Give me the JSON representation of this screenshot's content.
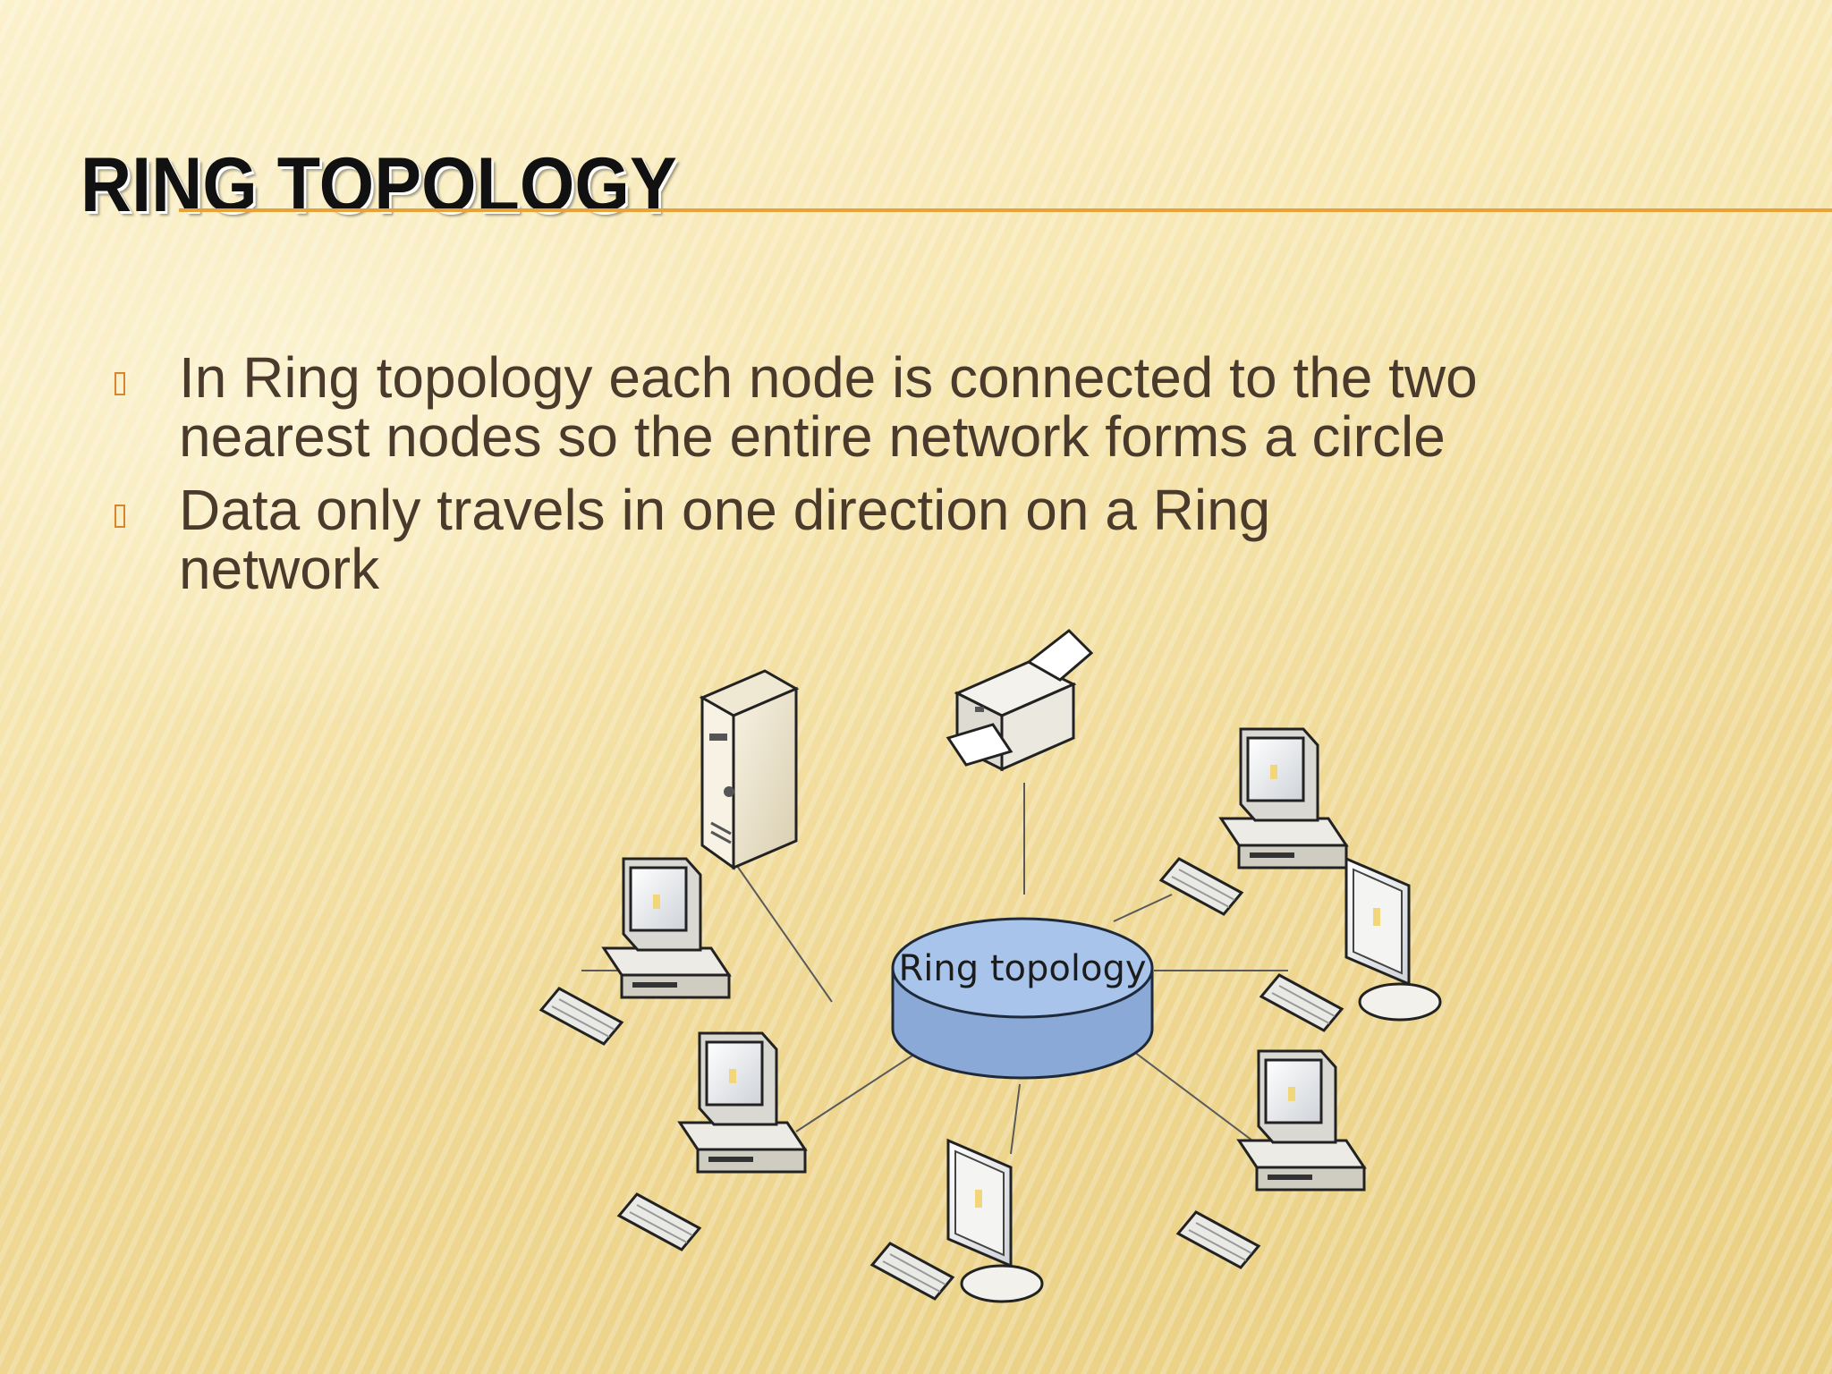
{
  "slide": {
    "title": "RING TOPOLOGY",
    "bullets": [
      {
        "lines": [
          "In Ring topology each node is connected to the two",
          "nearest nodes so the entire network forms a circle"
        ]
      },
      {
        "lines": [
          "Data only travels in one direction on a Ring",
          "network"
        ]
      }
    ],
    "diagram": {
      "center_label": "Ring topology"
    }
  },
  "colors": {
    "title_text": "#111111",
    "body_text": "#4a3a2c",
    "accent_rule": "#e8a23a",
    "ring_fill": "#a9c4ea"
  },
  "icons": [
    "bullet-marker-icon",
    "server-icon",
    "printer-icon",
    "workstation-icon",
    "monitor-icon",
    "keyboard-icon"
  ]
}
